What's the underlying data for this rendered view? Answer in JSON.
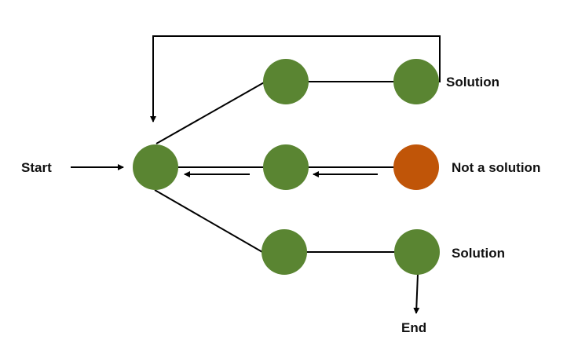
{
  "labels": {
    "start": "Start",
    "solution_top": "Solution",
    "not_solution": "Not a solution",
    "solution_bottom": "Solution",
    "end": "End"
  },
  "colors": {
    "success_node": "#5a8532",
    "failure_node": "#c05508",
    "line": "#000000"
  },
  "nodes": [
    {
      "id": "root",
      "status": "success"
    },
    {
      "id": "upper-mid",
      "status": "success"
    },
    {
      "id": "upper-leaf",
      "status": "success"
    },
    {
      "id": "middle-mid",
      "status": "success"
    },
    {
      "id": "middle-leaf",
      "status": "failure"
    },
    {
      "id": "lower-mid",
      "status": "success"
    },
    {
      "id": "lower-leaf",
      "status": "success"
    }
  ]
}
